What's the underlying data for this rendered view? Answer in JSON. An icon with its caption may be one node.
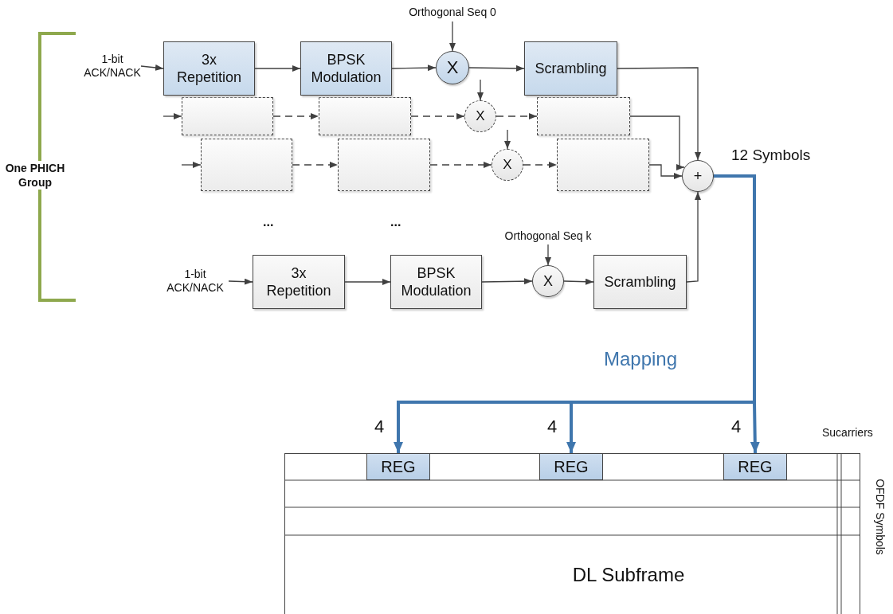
{
  "diagram": {
    "nodes": [
      {
        "text": [
          "1-bit ACK/NACK"
        ]
      },
      {
        "text": [
          "3x Repetition"
        ]
      },
      {
        "text": [
          "BPSK Modulation"
        ]
      },
      {
        "text": [
          "X"
        ]
      },
      {
        "text": [
          "Orthogonal Seq 0"
        ]
      },
      {
        "text": [
          "Scrambling"
        ]
      },
      {
        "text": [],
        "shape": "box"
      },
      {
        "text": [],
        "shape": "box"
      },
      {
        "text": [
          "X"
        ]
      },
      {
        "text": [],
        "shape": "box"
      },
      {
        "text": [],
        "shape": "box"
      },
      {
        "text": [],
        "shape": "box"
      },
      {
        "text": [
          "X"
        ]
      },
      {
        "text": [],
        "shape": "box"
      },
      {
        "text": [
          "+"
        ]
      },
      {
        "text": [
          "1-bit ACK/NACK"
        ]
      },
      {
        "text": [
          "3x Repetition"
        ]
      },
      {
        "text": [
          "BPSK Modulation"
        ]
      },
      {
        "text": [
          "X"
        ]
      },
      {
        "text": [
          "Orthogonal Seq k"
        ]
      },
      {
        "text": [
          "Scrambling"
        ]
      },
      {
        "text": [
          "DL Subframe"
        ]
      },
      {
        "text": [
          "REG"
        ],
        "in": 21
      },
      {
        "text": [
          "REG"
        ],
        "in": 21
      },
      {
        "text": [
          "REG"
        ],
        "in": 21
      }
    ],
    "edges": [
      {
        "from": 0,
        "to": 1,
        "arrow": "to"
      },
      {
        "from": 1,
        "to": 2,
        "arrow": "to"
      },
      {
        "from": 2,
        "to": 3,
        "arrow": "to"
      },
      {
        "from": 4,
        "to": 3,
        "arrow": "to"
      },
      {
        "from": 3,
        "to": 5,
        "arrow": "to"
      },
      {
        "from": 5,
        "to": 14,
        "arrow": "to"
      },
      {
        "from": null,
        "to": 6,
        "arrow": "to"
      },
      {
        "from": 6,
        "to": 7,
        "arrow": "to",
        "style": "dashed"
      },
      {
        "from": 7,
        "to": 8,
        "arrow": "to",
        "style": "dashed"
      },
      {
        "from": null,
        "to": 8,
        "arrow": "to"
      },
      {
        "from": 8,
        "to": 9,
        "arrow": "to",
        "style": "dashed"
      },
      {
        "from": 9,
        "to": 14,
        "arrow": "to"
      },
      {
        "from": null,
        "to": 10,
        "arrow": "to"
      },
      {
        "from": 10,
        "to": 11,
        "arrow": "to",
        "style": "dashed"
      },
      {
        "from": 11,
        "to": 12,
        "arrow": "to",
        "style": "dashed"
      },
      {
        "from": null,
        "to": 12,
        "arrow": "to"
      },
      {
        "from": 12,
        "to": 13,
        "arrow": "to",
        "style": "dashed"
      },
      {
        "from": 13,
        "to": 14,
        "arrow": "to"
      },
      {
        "from": 15,
        "to": 16,
        "arrow": "to"
      },
      {
        "from": 16,
        "to": 17,
        "arrow": "to"
      },
      {
        "from": 17,
        "to": 18,
        "arrow": "to"
      },
      {
        "from": 19,
        "to": 18,
        "arrow": "to"
      },
      {
        "from": 18,
        "to": 20,
        "arrow": "to"
      },
      {
        "from": 20,
        "to": 14,
        "arrow": "to"
      },
      {
        "from": 14,
        "to": 22,
        "arrow": "to",
        "label": "4",
        "style": "thick",
        "color": "#3f76ad"
      },
      {
        "from": 14,
        "to": 23,
        "arrow": "to",
        "label": "4",
        "style": "thick",
        "color": "#3f76ad"
      },
      {
        "from": 14,
        "to": 24,
        "arrow": "to",
        "label": "4",
        "style": "thick",
        "color": "#3f76ad"
      }
    ],
    "labels": [
      "One PHICH Group",
      "...",
      "...",
      "12 Symbols",
      "Mapping",
      "Sucarriers",
      "OFDF Symbols"
    ]
  }
}
